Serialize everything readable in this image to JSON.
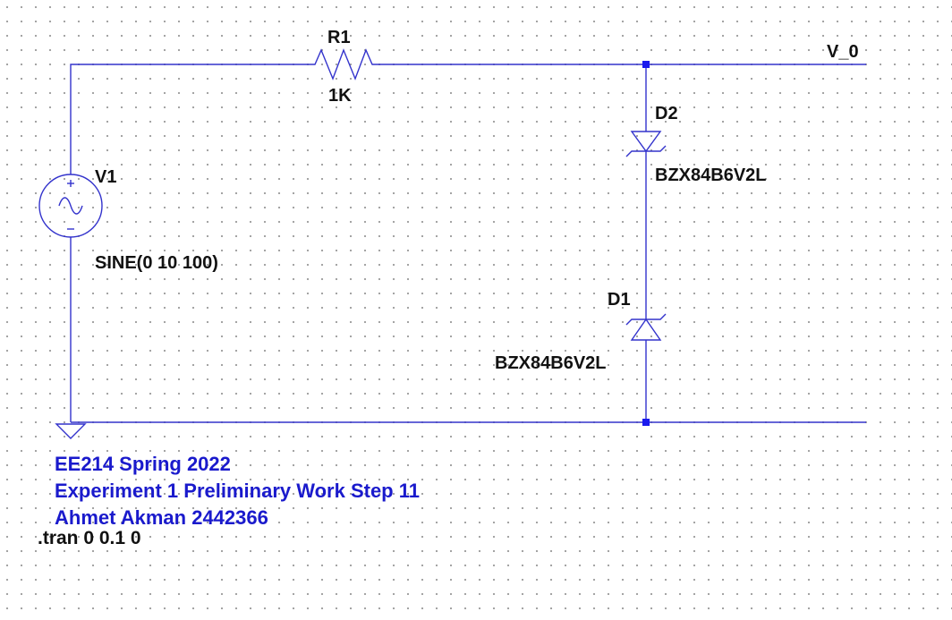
{
  "components": {
    "r1": {
      "name": "R1",
      "value": "1K"
    },
    "v1": {
      "name": "V1",
      "value": "SINE(0 10 100)"
    },
    "d2": {
      "name": "D2",
      "value": "BZX84B6V2L"
    },
    "d1": {
      "name": "D1",
      "value": "BZX84B6V2L"
    }
  },
  "net_label": "V_0",
  "comments": [
    "EE214 Spring 2022",
    "Experiment 1 Preliminary Work Step 11",
    "Ahmet Akman 2442366"
  ],
  "directive": ".tran 0 0.1 0",
  "colors": {
    "wire": "#3333cc",
    "junction": "#1a1aee",
    "comment_text": "#1a1acc",
    "label_text": "#111111",
    "grid_dot": "#9a9a9a"
  }
}
